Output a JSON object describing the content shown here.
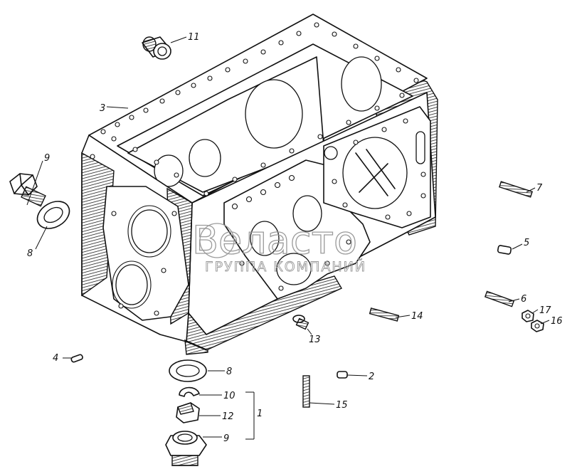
{
  "diagram": {
    "callouts": [
      {
        "id": "c1",
        "text": "1"
      },
      {
        "id": "c2",
        "text": "2"
      },
      {
        "id": "c3",
        "text": "3"
      },
      {
        "id": "c4",
        "text": "4"
      },
      {
        "id": "c5",
        "text": "5"
      },
      {
        "id": "c6",
        "text": "6"
      },
      {
        "id": "c7",
        "text": "7"
      },
      {
        "id": "c8a",
        "text": "8"
      },
      {
        "id": "c8b",
        "text": "8"
      },
      {
        "id": "c9a",
        "text": "9"
      },
      {
        "id": "c9b",
        "text": "9"
      },
      {
        "id": "c10",
        "text": "10"
      },
      {
        "id": "c11",
        "text": "11"
      },
      {
        "id": "c12",
        "text": "12"
      },
      {
        "id": "c13",
        "text": "13"
      },
      {
        "id": "c14",
        "text": "14"
      },
      {
        "id": "c15",
        "text": "15"
      },
      {
        "id": "c16",
        "text": "16"
      },
      {
        "id": "c17",
        "text": "17"
      }
    ]
  },
  "watermark": {
    "brand": "Веласто",
    "tagline": "ГРУППА КОМПАНИЙ"
  },
  "colors": {
    "ink": "#111111",
    "watermark": "#9a9a9a",
    "background": "#ffffff"
  }
}
